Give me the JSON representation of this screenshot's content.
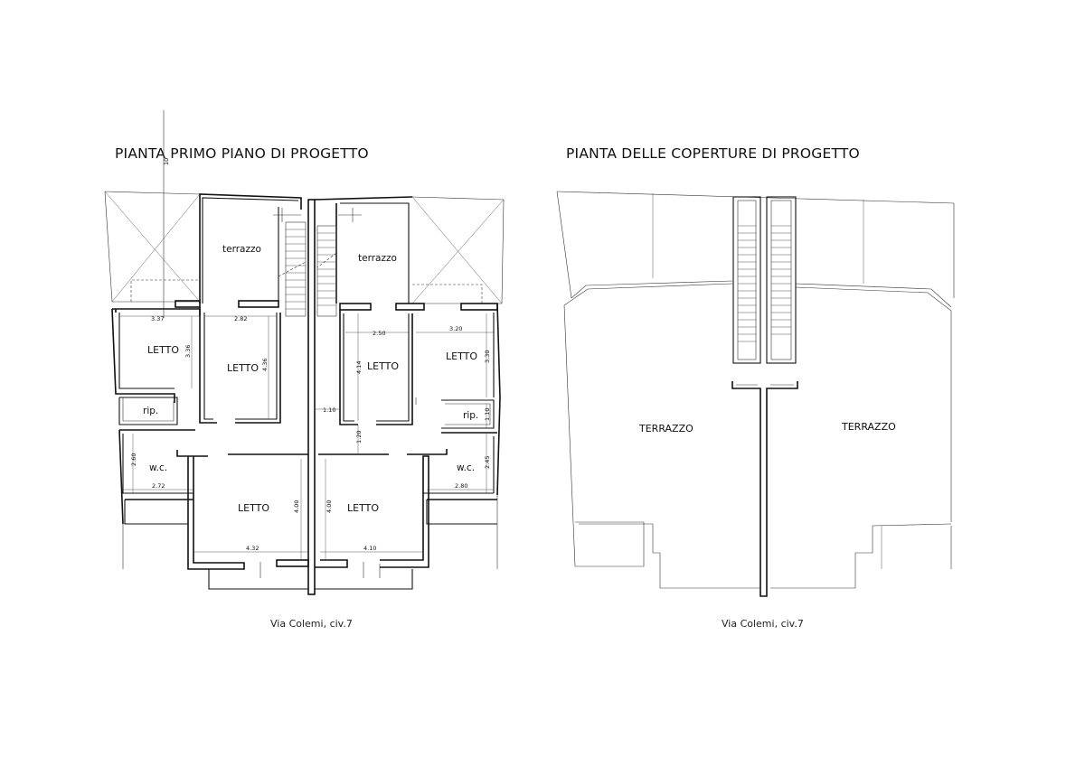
{
  "plan_left": {
    "title": "PIANTA PRIMO PIANO DI PROGETTO",
    "caption": "Via Colemi, civ.7",
    "section_marker": "10",
    "rooms": {
      "terrazzo_left": "terrazzo",
      "terrazzo_right": "terrazzo",
      "letto_a": "LETTO",
      "letto_b": "LETTO",
      "letto_c": "LETTO",
      "letto_d": "LETTO",
      "letto_e": "LETTO",
      "letto_f": "LETTO",
      "rip_left": "rip.",
      "rip_right": "rip.",
      "wc_left": "w.c.",
      "wc_right": "w.c."
    },
    "dimensions": {
      "d337": "3.37",
      "d282": "2.82",
      "d336": "3.36",
      "d436": "4.36",
      "d250": "2.50",
      "d320": "3.20",
      "d414": "4.14",
      "d330": "3.30",
      "d110a": "1.10",
      "d110b": "1.10",
      "d120": "1.20",
      "d260": "2.60",
      "d272": "2.72",
      "d245": "2.45",
      "d280": "2.80",
      "d400a": "4.00",
      "d400b": "4.00",
      "d432": "4.32",
      "d410": "4.10"
    }
  },
  "plan_right": {
    "title": "PIANTA DELLE COPERTURE DI PROGETTO",
    "caption": "Via Colemi, civ.7",
    "rooms": {
      "terrazzo_left": "TERRAZZO",
      "terrazzo_right": "TERRAZZO"
    }
  }
}
